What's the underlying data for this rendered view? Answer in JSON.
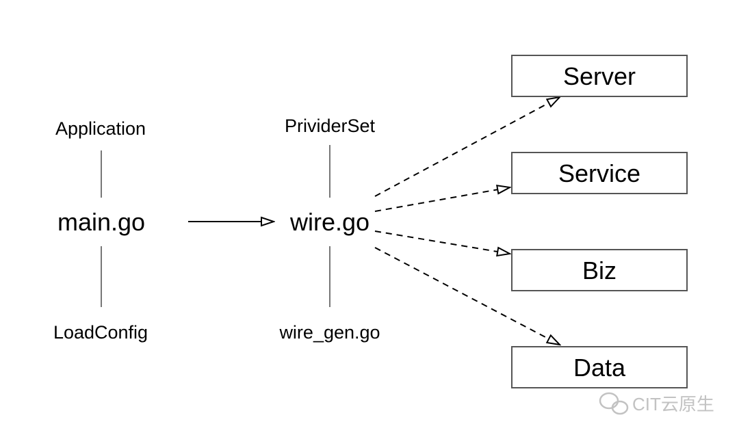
{
  "left_column": {
    "top_label": "Application",
    "center_label": "main.go",
    "bottom_label": "LoadConfig"
  },
  "middle_column": {
    "top_label": "PrividerSet",
    "center_label": "wire.go",
    "bottom_label": "wire_gen.go"
  },
  "boxes": [
    {
      "label": "Server"
    },
    {
      "label": "Service"
    },
    {
      "label": "Biz"
    },
    {
      "label": "Data"
    }
  ],
  "edges": [
    {
      "from": "main.go",
      "to": "wire.go",
      "style": "solid"
    },
    {
      "from": "wire.go",
      "to": "Server",
      "style": "dashed"
    },
    {
      "from": "wire.go",
      "to": "Service",
      "style": "dashed"
    },
    {
      "from": "wire.go",
      "to": "Biz",
      "style": "dashed"
    },
    {
      "from": "wire.go",
      "to": "Data",
      "style": "dashed"
    }
  ],
  "watermark": {
    "text": "CIT云原生",
    "icon": "wechat-icon",
    "color": "#c2c2c2"
  }
}
